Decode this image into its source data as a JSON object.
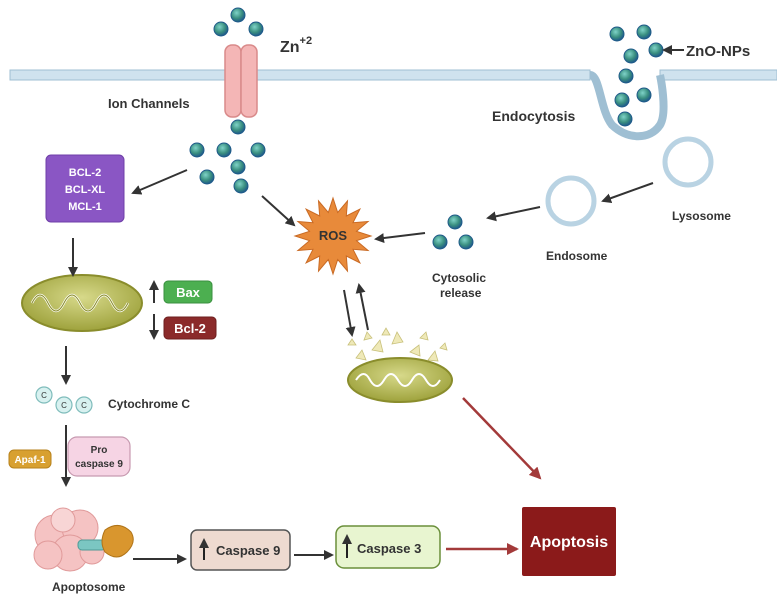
{
  "labels": {
    "zn_ion": "Zn",
    "zn_charge": "+2",
    "zno_nps": "ZnO-NPs",
    "ion_channels": "Ion Channels",
    "endocytosis": "Endocytosis",
    "lysosome": "Lysosome",
    "endosome": "Endosome",
    "cytosolic_release_1": "Cytosolic",
    "cytosolic_release_2": "release",
    "ros": "ROS",
    "cytochrome_c": "Cytochrome C",
    "cyt_bead": "C",
    "apoptosome": "Apoptosome",
    "apoptosis": "Apoptosis"
  },
  "bcl_box": [
    "BCL-2",
    "BCL-XL",
    "MCL-1"
  ],
  "bax": "Bax",
  "bcl2": "Bcl-2",
  "apaf": "Apaf-1",
  "procaspase": [
    "Pro",
    "caspase 9"
  ],
  "caspase9": "Caspase 9",
  "caspase3": "Caspase 3",
  "colors": {
    "membrane": "#b9d3e3",
    "bcl_box": "#8a56c4",
    "bax": "#4caf50",
    "bcl2_pill": "#8b2a2a",
    "apaf": "#d8a030",
    "procaspase": "#f6d4e4",
    "caspase9_fill": "#eedad0",
    "caspase3_fill": "#e8f5d0",
    "apoptosis": "#8b1a1a",
    "ros": "#e88a3a",
    "red_arrow": "#a33a3a"
  }
}
